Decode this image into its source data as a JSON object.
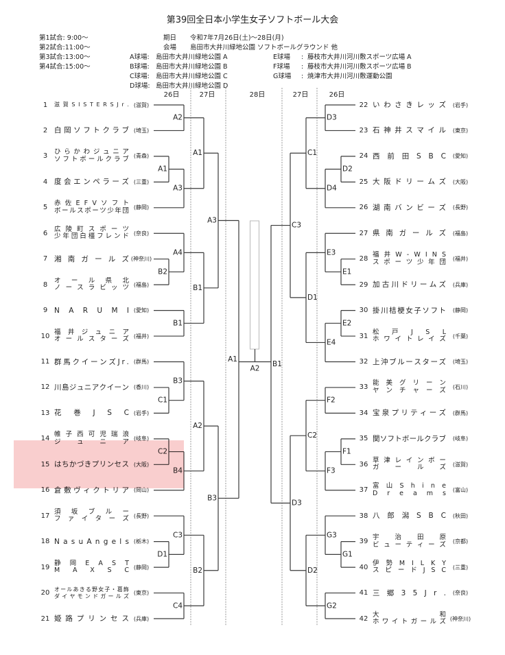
{
  "title": "第39回全日本小学生女子ソフトボール大会",
  "schedule": [
    "第1試合: 9:00～",
    "第2試合:11:00～",
    "第3試合:13:00～",
    "第4試合:15:00～"
  ],
  "event_info": {
    "date_label": "期日",
    "date_value": "令和7年7月26日(土)～28日(月)",
    "venue_label": "会場",
    "venue_value": "島田市大井川緑地公園 ソフトボールグラウンド 他"
  },
  "fields_left": [
    {
      "label": "A球場:",
      "place": "島田市大井川緑地公園",
      "code": "A"
    },
    {
      "label": "B球場:",
      "place": "島田市大井川緑地公園",
      "code": "B"
    },
    {
      "label": "C球場:",
      "place": "島田市大井川緑地公園",
      "code": "C"
    },
    {
      "label": "D球場:",
      "place": "島田市大井川緑地公園",
      "code": "D"
    }
  ],
  "fields_right": [
    {
      "label": "E球場",
      "sep": ":",
      "place": "藤枝市大井川河川敷スポーツ広場",
      "code": "A"
    },
    {
      "label": "F球場",
      "sep": ":",
      "place": "藤枝市大井川河川敷スポーツ広場",
      "code": "B"
    },
    {
      "label": "G球場",
      "sep": ":",
      "place": "焼津市大井川河川敷運動公園",
      "code": ""
    }
  ],
  "day_headers": [
    "26日",
    "27日",
    "28日",
    "27日",
    "26日"
  ],
  "bracket": {
    "left_teams": [
      {
        "no": "1",
        "name": [
          "滋賀SISTERSJr."
        ],
        "pref": "(滋賀)"
      },
      {
        "no": "2",
        "name": [
          "白岡ソフトクラブ"
        ],
        "pref": "(埼玉)"
      },
      {
        "no": "3",
        "name": [
          "ひらかわジュニア",
          "ソフトボールクラブ"
        ],
        "pref": "(青森)"
      },
      {
        "no": "4",
        "name": [
          "度会エンペラーズ"
        ],
        "pref": "(三重)"
      },
      {
        "no": "5",
        "name": [
          "赤佐EFVソフト",
          "ボールスポーツ少年団"
        ],
        "pref": "(静岡)"
      },
      {
        "no": "6",
        "name": [
          "広陵町スポーツ",
          "少年団白橿フレンド"
        ],
        "pref": "(奈良)"
      },
      {
        "no": "7",
        "name": [
          "湘南ガールズ"
        ],
        "pref": "(神奈川)"
      },
      {
        "no": "8",
        "name": [
          "オール県北",
          "ノースラビッツ"
        ],
        "pref": "(福島)"
      },
      {
        "no": "9",
        "name": [
          "NARUMI"
        ],
        "pref": "(愛知)"
      },
      {
        "no": "10",
        "name": [
          "福井ジュニア",
          "オールスターズ"
        ],
        "pref": "(福井)"
      },
      {
        "no": "11",
        "name": [
          "群馬クイーンズJr."
        ],
        "pref": "(群馬)"
      },
      {
        "no": "12",
        "name": [
          "川島ジュニアクイーン"
        ],
        "pref": "(香川)"
      },
      {
        "no": "13",
        "name": [
          "花巻JSC"
        ],
        "pref": "(岩手)"
      },
      {
        "no": "14",
        "name": [
          "帷子西可児瑞浪",
          "ジュニア"
        ],
        "pref": "(岐阜)"
      },
      {
        "no": "15",
        "name": [
          "はちかづきプリンセス"
        ],
        "pref": "(大阪)"
      },
      {
        "no": "16",
        "name": [
          "倉敷ヴィクトリア"
        ],
        "pref": "(岡山)"
      },
      {
        "no": "17",
        "name": [
          "須坂ブルー",
          "ファイターズ"
        ],
        "pref": "(長野)"
      },
      {
        "no": "18",
        "name": [
          "NasuAngels"
        ],
        "pref": "(栃木)"
      },
      {
        "no": "19",
        "name": [
          "静岡EAST",
          "MAXSC"
        ],
        "pref": "(静岡)"
      },
      {
        "no": "20",
        "name": [
          "オールあきる野女子・葛飾",
          "ダイヤモンドガールズ"
        ],
        "pref": "(東京)"
      },
      {
        "no": "21",
        "name": [
          "姫路プリンセス"
        ],
        "pref": "(兵庫)"
      }
    ],
    "right_teams": [
      {
        "no": "22",
        "name": [
          "いわさきレッズ"
        ],
        "pref": "(岩手)"
      },
      {
        "no": "23",
        "name": [
          "石神井スマイル"
        ],
        "pref": "(東京)"
      },
      {
        "no": "24",
        "name": [
          "西前田SBC"
        ],
        "pref": "(愛知)"
      },
      {
        "no": "25",
        "name": [
          "大阪ドリームズ"
        ],
        "pref": "(大阪)"
      },
      {
        "no": "26",
        "name": [
          "湖南バンビーズ"
        ],
        "pref": "(長野)"
      },
      {
        "no": "27",
        "name": [
          "県南ガールズ"
        ],
        "pref": "(福島)"
      },
      {
        "no": "28",
        "name": [
          "福井W-WINS",
          "スポーツ少年団"
        ],
        "pref": "(福井)"
      },
      {
        "no": "29",
        "name": [
          "加古川ドリームズ"
        ],
        "pref": "(兵庫)"
      },
      {
        "no": "30",
        "name": [
          "掛川桔梗女子ソフト"
        ],
        "pref": "(静岡)"
      },
      {
        "no": "31",
        "name": [
          "松戸JSL",
          "ホワイトレイズ"
        ],
        "pref": "(千葉)"
      },
      {
        "no": "32",
        "name": [
          "上沖ブルースターズ"
        ],
        "pref": "(埼玉)"
      },
      {
        "no": "33",
        "name": [
          "能美グリーン",
          "ヤンチャーズ"
        ],
        "pref": "(石川)"
      },
      {
        "no": "34",
        "name": [
          "宝泉プリティーズ"
        ],
        "pref": "(群馬)"
      },
      {
        "no": "35",
        "name": [
          "関ソフトボールクラブ"
        ],
        "pref": "(岐阜)"
      },
      {
        "no": "36",
        "name": [
          "草津レインボー",
          "ガールズ"
        ],
        "pref": "(滋賀)"
      },
      {
        "no": "37",
        "name": [
          "富山Shine",
          "Dreams"
        ],
        "pref": "(富山)"
      },
      {
        "no": "38",
        "name": [
          "八郎潟SBC"
        ],
        "pref": "(秋田)"
      },
      {
        "no": "39",
        "name": [
          "宇治田原",
          "ビューティーズ"
        ],
        "pref": "(京都)"
      },
      {
        "no": "40",
        "name": [
          "伊勢MILKY",
          "スピードJSC"
        ],
        "pref": "(三重)"
      },
      {
        "no": "41",
        "name": [
          "三郷35Jr."
        ],
        "pref": "(奈良)"
      },
      {
        "no": "42",
        "name": [
          "大和",
          "ホワイトガールズ"
        ],
        "pref": "(神奈川)"
      }
    ],
    "left_matches": [
      {
        "id": "L26A1",
        "label": "A1",
        "day": "26日",
        "round": 1,
        "children": [
          "3",
          "4"
        ]
      },
      {
        "id": "L26A2",
        "label": "A2",
        "day": "26日",
        "round": 2,
        "children": [
          "1",
          "2"
        ]
      },
      {
        "id": "L26A3",
        "label": "A3",
        "day": "26日",
        "round": 2,
        "children": [
          "L26A1",
          "5"
        ]
      },
      {
        "id": "L26B2",
        "label": "B2",
        "day": "26日",
        "round": 1,
        "children": [
          "7",
          "8"
        ]
      },
      {
        "id": "L26A4",
        "label": "A4",
        "day": "26日",
        "round": 2,
        "children": [
          "6",
          "L26B2"
        ]
      },
      {
        "id": "L26B1",
        "label": "B1",
        "day": "26日",
        "round": 2,
        "children": [
          "9",
          "10"
        ]
      },
      {
        "id": "L26C1",
        "label": "C1",
        "day": "26日",
        "round": 1,
        "children": [
          "12",
          "13"
        ]
      },
      {
        "id": "L26B3",
        "label": "B3",
        "day": "26日",
        "round": 2,
        "children": [
          "11",
          "L26C1"
        ]
      },
      {
        "id": "L26C2",
        "label": "C2",
        "day": "26日",
        "round": 1,
        "children": [
          "14",
          "15"
        ]
      },
      {
        "id": "L26B4",
        "label": "B4",
        "day": "26日",
        "round": 2,
        "children": [
          "L26C2",
          "16"
        ]
      },
      {
        "id": "L26D1",
        "label": "D1",
        "day": "26日",
        "round": 1,
        "children": [
          "18",
          "19"
        ]
      },
      {
        "id": "L26C3",
        "label": "C3",
        "day": "26日",
        "round": 2,
        "children": [
          "17",
          "L26D1"
        ]
      },
      {
        "id": "L26C4",
        "label": "C4",
        "day": "26日",
        "round": 2,
        "children": [
          "20",
          "21"
        ]
      },
      {
        "id": "L27A1",
        "label": "A1",
        "day": "27日",
        "round": 3,
        "children": [
          "L26A2",
          "L26A3"
        ]
      },
      {
        "id": "L27B1",
        "label": "B1",
        "day": "27日",
        "round": 3,
        "children": [
          "L26A4",
          "L26B1"
        ]
      },
      {
        "id": "L27A2",
        "label": "A2",
        "day": "27日",
        "round": 3,
        "children": [
          "L26B3",
          "L26B4"
        ]
      },
      {
        "id": "L27B2",
        "label": "B2",
        "day": "27日",
        "round": 3,
        "children": [
          "L26C3",
          "L26C4"
        ]
      },
      {
        "id": "L27A3",
        "label": "A3",
        "day": "27日",
        "round": 4,
        "children": [
          "L27A1",
          "L27B1"
        ]
      },
      {
        "id": "L27B3",
        "label": "B3",
        "day": "27日",
        "round": 4,
        "children": [
          "L27A2",
          "L27B2"
        ]
      },
      {
        "id": "L28A1",
        "label": "A1",
        "day": "28日",
        "round": 5,
        "children": [
          "L27A3",
          "L27B3"
        ]
      }
    ],
    "right_matches": [
      {
        "id": "R26D3",
        "label": "D3",
        "day": "26日",
        "round": 2,
        "children": [
          "22",
          "23"
        ]
      },
      {
        "id": "R26D2",
        "label": "D2",
        "day": "26日",
        "round": 1,
        "children": [
          "24",
          "25"
        ]
      },
      {
        "id": "R26D4",
        "label": "D4",
        "day": "26日",
        "round": 2,
        "children": [
          "R26D2",
          "26"
        ]
      },
      {
        "id": "R26E1",
        "label": "E1",
        "day": "26日",
        "round": 1,
        "children": [
          "28",
          "29"
        ]
      },
      {
        "id": "R26E3",
        "label": "E3",
        "day": "26日",
        "round": 2,
        "children": [
          "27",
          "R26E1"
        ]
      },
      {
        "id": "R26E2",
        "label": "E2",
        "day": "26日",
        "round": 1,
        "children": [
          "30",
          "31"
        ]
      },
      {
        "id": "R26E4",
        "label": "E4",
        "day": "26日",
        "round": 2,
        "children": [
          "R26E2",
          "32"
        ]
      },
      {
        "id": "R26F2",
        "label": "F2",
        "day": "26日",
        "round": 2,
        "children": [
          "33",
          "34"
        ]
      },
      {
        "id": "R26F1",
        "label": "F1",
        "day": "26日",
        "round": 1,
        "children": [
          "35",
          "36"
        ]
      },
      {
        "id": "R26F3",
        "label": "F3",
        "day": "26日",
        "round": 2,
        "children": [
          "R26F1",
          "37"
        ]
      },
      {
        "id": "R26G1",
        "label": "G1",
        "day": "26日",
        "round": 1,
        "children": [
          "39",
          "40"
        ]
      },
      {
        "id": "R26G3",
        "label": "G3",
        "day": "26日",
        "round": 2,
        "children": [
          "38",
          "R26G1"
        ]
      },
      {
        "id": "R26G2",
        "label": "G2",
        "day": "26日",
        "round": 2,
        "children": [
          "41",
          "42"
        ]
      },
      {
        "id": "R27C1",
        "label": "C1",
        "day": "27日",
        "round": 3,
        "children": [
          "R26D3",
          "R26D4"
        ]
      },
      {
        "id": "R27D1",
        "label": "D1",
        "day": "27日",
        "round": 3,
        "children": [
          "R26E3",
          "R26E4"
        ]
      },
      {
        "id": "R27C2",
        "label": "C2",
        "day": "27日",
        "round": 3,
        "children": [
          "R26F2",
          "R26F3"
        ]
      },
      {
        "id": "R27D2",
        "label": "D2",
        "day": "27日",
        "round": 3,
        "children": [
          "R26G3",
          "R26G2"
        ]
      },
      {
        "id": "R27C3",
        "label": "C3",
        "day": "27日",
        "round": 4,
        "children": [
          "R27C1",
          "R27D1"
        ]
      },
      {
        "id": "R27D3",
        "label": "D3",
        "day": "27日",
        "round": 4,
        "children": [
          "R27C2",
          "R27D2"
        ]
      },
      {
        "id": "R28B1",
        "label": "B1",
        "day": "28日",
        "round": 5,
        "children": [
          "R27C3",
          "R27D3"
        ]
      }
    ],
    "final": {
      "label": "A2",
      "day": "28日",
      "children": [
        "L28A1",
        "R28B1"
      ]
    }
  },
  "highlight": {
    "team": "15",
    "color": "#f4a6a6"
  }
}
